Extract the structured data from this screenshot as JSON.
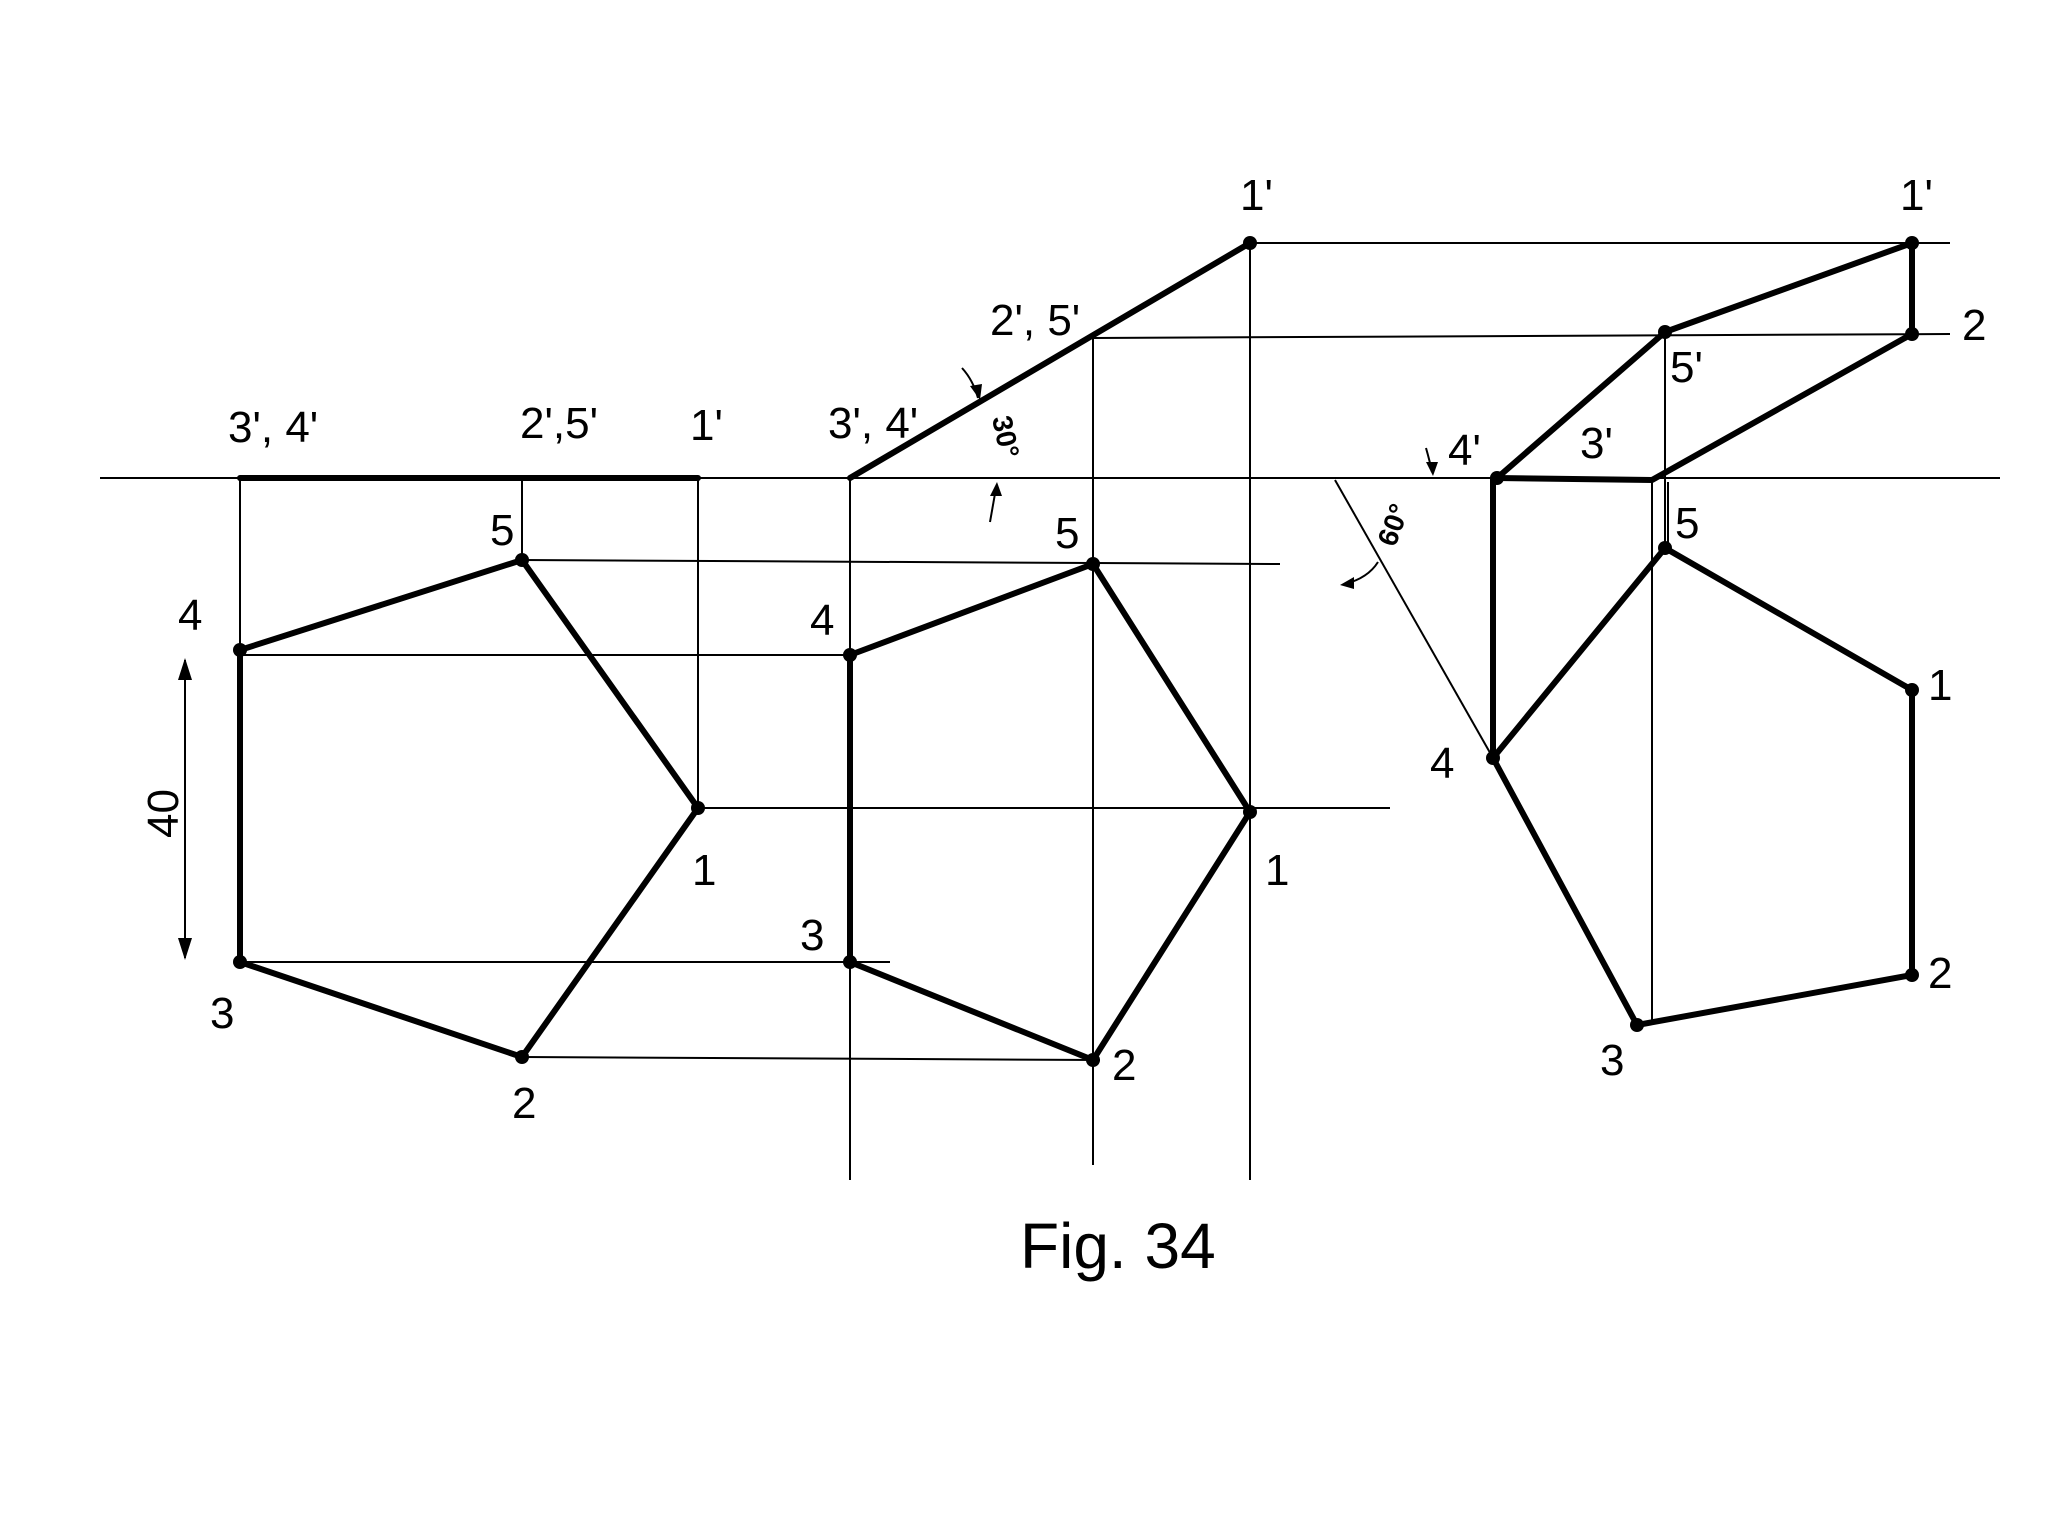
{
  "figure": {
    "caption": "Fig. 34",
    "dimension": "40",
    "angles": {
      "first": "30°",
      "second": "60°"
    }
  },
  "view1": {
    "top_labels": {
      "p34": "3', 4'",
      "p25": "2',5'",
      "p1": "1'"
    },
    "points": {
      "p1": "1",
      "p2": "2",
      "p3": "3",
      "p4": "4",
      "p5": "5"
    }
  },
  "view2": {
    "top_labels": {
      "p34": "3', 4'",
      "p25": "2',  5'",
      "p1": "1'"
    },
    "points": {
      "p1": "1",
      "p2": "2",
      "p3": "3",
      "p4": "4",
      "p5": "5"
    }
  },
  "view3": {
    "top_labels": {
      "p1": "1'",
      "p2": "2",
      "p5": "5'",
      "p4": "4'",
      "p3": "3'"
    },
    "points": {
      "p1": "1",
      "p2": "2",
      "p3": "3",
      "p4": "4",
      "p5": "5"
    }
  }
}
